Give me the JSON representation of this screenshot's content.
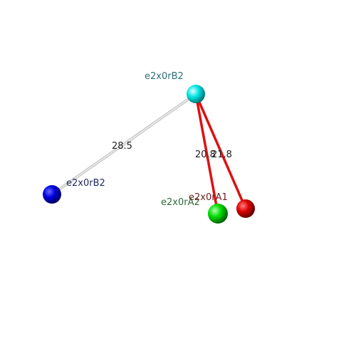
{
  "atoms": [
    {
      "id": "e2x0rB2_top",
      "label": "e2x0rB2",
      "color": "#00e5e5",
      "label_color": "#2e6f78"
    },
    {
      "id": "e2x0rB2_left",
      "label": "e2x0rB2",
      "color": "#0000dd",
      "label_color": "#1f2a5e"
    },
    {
      "id": "e2x0rA2",
      "label": "e2x0rA2",
      "color": "#00dd00",
      "label_color": "#2e6b3a"
    },
    {
      "id": "e2x0rA1",
      "label": "e2x0rA1",
      "color": "#dd0000",
      "label_color": "#6b1e1e"
    }
  ],
  "bonds": [
    {
      "from": "e2x0rB2_top",
      "to": "e2x0rB2_left",
      "distance": "28.5",
      "color": "#c8c8c8"
    },
    {
      "from": "e2x0rB2_top",
      "to": "e2x0rA2",
      "distance": "20.8",
      "color": "#dd1111"
    },
    {
      "from": "e2x0rB2_top",
      "to": "e2x0rA1",
      "distance": "21.8",
      "color": "#dd1111"
    }
  ]
}
